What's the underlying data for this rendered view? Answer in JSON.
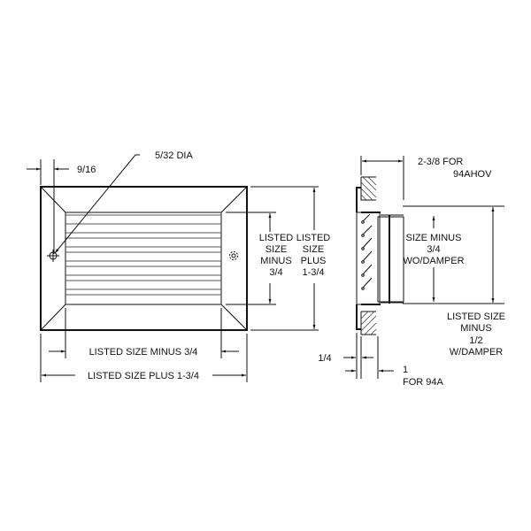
{
  "front_view": {
    "hole_dia_label": "5/32 DIA",
    "edge_offset_label": "9/16",
    "inner_height_label": [
      "LISTED",
      "SIZE",
      "MINUS",
      "3/4"
    ],
    "outer_height_label": [
      "LISTED",
      "SIZE",
      "PLUS",
      "1-3/4"
    ],
    "inner_width_label": "LISTED SIZE MINUS 3/4",
    "outer_width_label": "LISTED SIZE PLUS 1-3/4"
  },
  "side_view": {
    "depth_label": [
      "2-3/8 FOR",
      "94AHOV"
    ],
    "sleeve_label": [
      "SIZE MINUS",
      "3/4",
      "WO/DAMPER"
    ],
    "damper_label": [
      "LISTED SIZE",
      "MINUS",
      "1/2",
      "W/DAMPER"
    ],
    "flange_label": "1/4",
    "model_label": [
      "1",
      "FOR 94A"
    ]
  }
}
